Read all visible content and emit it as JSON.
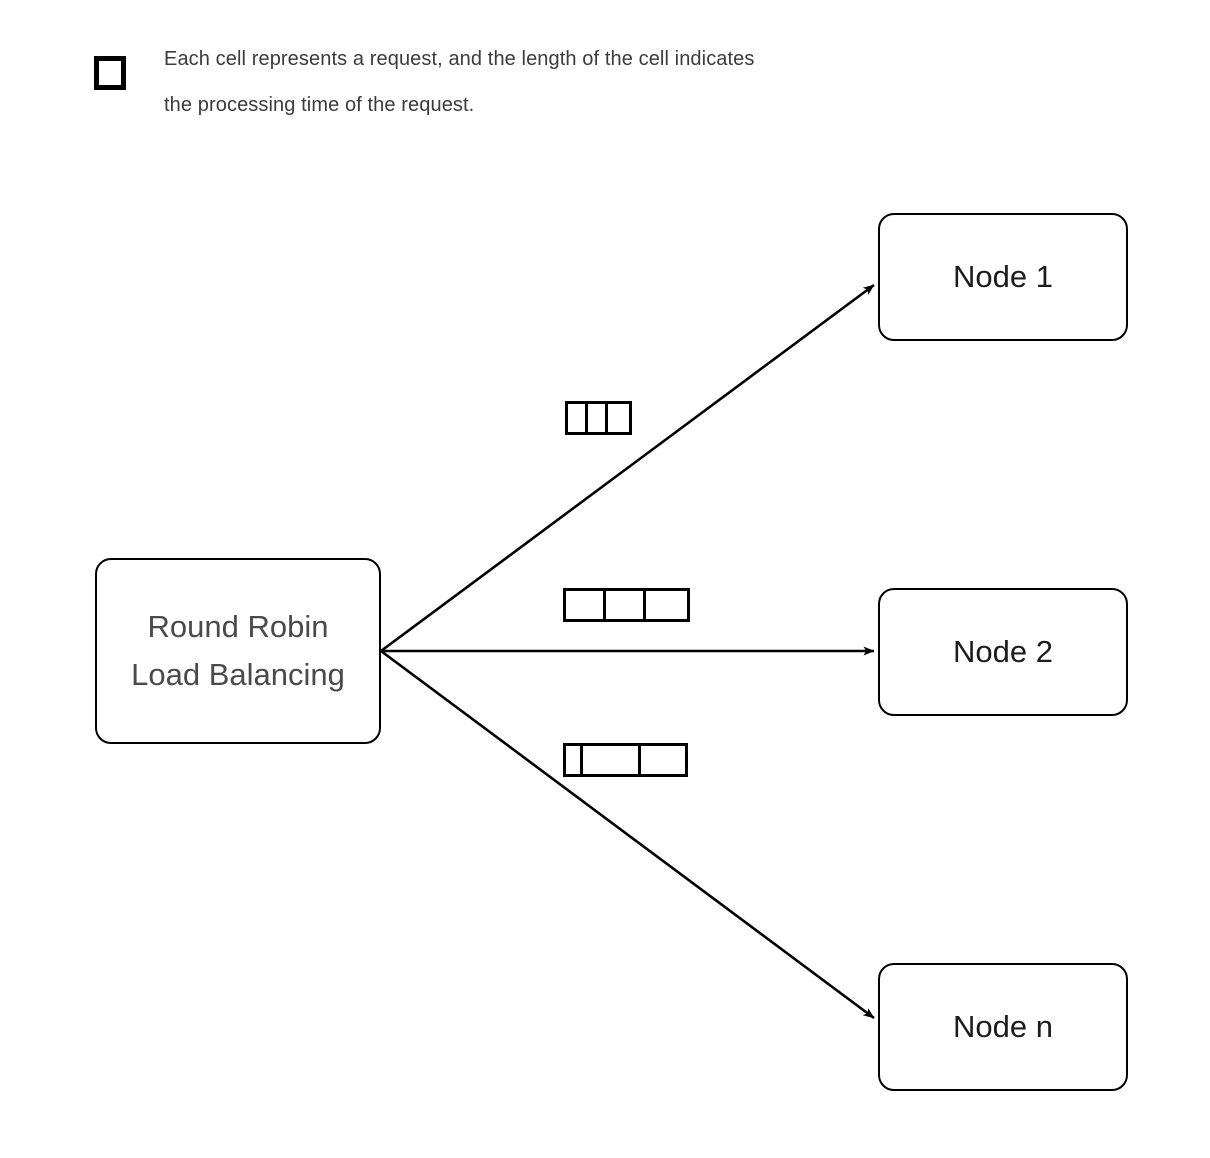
{
  "legend": {
    "icon": "square-cell-icon",
    "caption": "Each cell represents a request, and the length of the cell indicates\nthe processing time of the request."
  },
  "diagram": {
    "source_node": {
      "label": "Round Robin\nLoad Balancing"
    },
    "target_nodes": [
      {
        "id": "node-1",
        "label": "Node 1"
      },
      {
        "id": "node-2",
        "label": "Node 2"
      },
      {
        "id": "node-n",
        "label": "Node n"
      }
    ],
    "edges": [
      {
        "id": "edge-to-node-1",
        "from": "Round Robin Load Balancing",
        "to": "Node 1",
        "arrowhead": "filled-triangle"
      },
      {
        "id": "edge-to-node-2",
        "from": "Round Robin Load Balancing",
        "to": "Node 2",
        "arrowhead": "filled-triangle"
      },
      {
        "id": "edge-to-node-n",
        "from": "Round Robin Load Balancing",
        "to": "Node n",
        "arrowhead": "filled-triangle"
      }
    ],
    "request_queues": [
      {
        "id": "queue-node-1",
        "for_node": "Node 1",
        "cell_count": 3,
        "cell_widths": [
          20,
          20,
          21
        ]
      },
      {
        "id": "queue-node-2",
        "for_node": "Node 2",
        "cell_count": 3,
        "cell_widths": [
          40,
          40,
          41
        ]
      },
      {
        "id": "queue-node-n",
        "for_node": "Node n",
        "cell_count": 3,
        "cell_widths": [
          17,
          58,
          44
        ]
      }
    ]
  },
  "colors": {
    "background": "#ffffff",
    "stroke": "#000000",
    "caption_text": "#3b3b3b",
    "source_text": "#4a4a4a",
    "node_text": "#1c1c1c"
  }
}
